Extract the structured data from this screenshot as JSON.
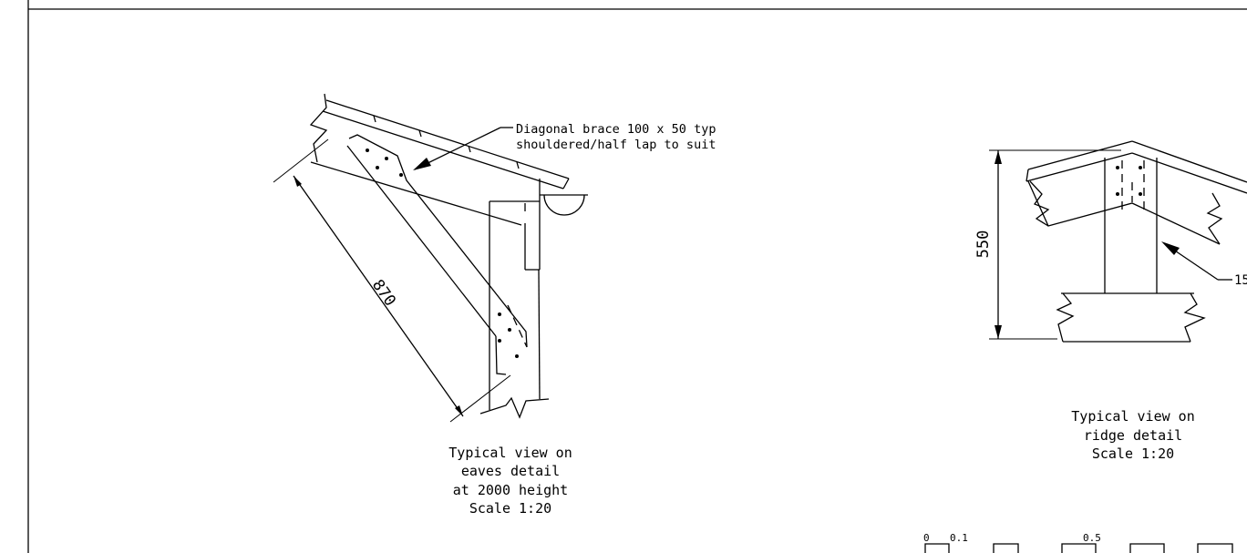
{
  "eaves_detail": {
    "callout_line1": "Diagonal brace 100 x 50 typ",
    "callout_line2": "shouldered/half lap to suit",
    "dimension": "870",
    "caption": [
      "Typical view on",
      "eaves detail",
      "at 2000 height",
      "Scale 1:20"
    ]
  },
  "ridge_detail": {
    "dimension": "550",
    "callout_partial": "15",
    "caption": [
      "Typical view on",
      "ridge detail",
      "Scale 1:20"
    ]
  },
  "scale_bar": {
    "labels": [
      "0",
      "0.1",
      "0.5"
    ]
  }
}
